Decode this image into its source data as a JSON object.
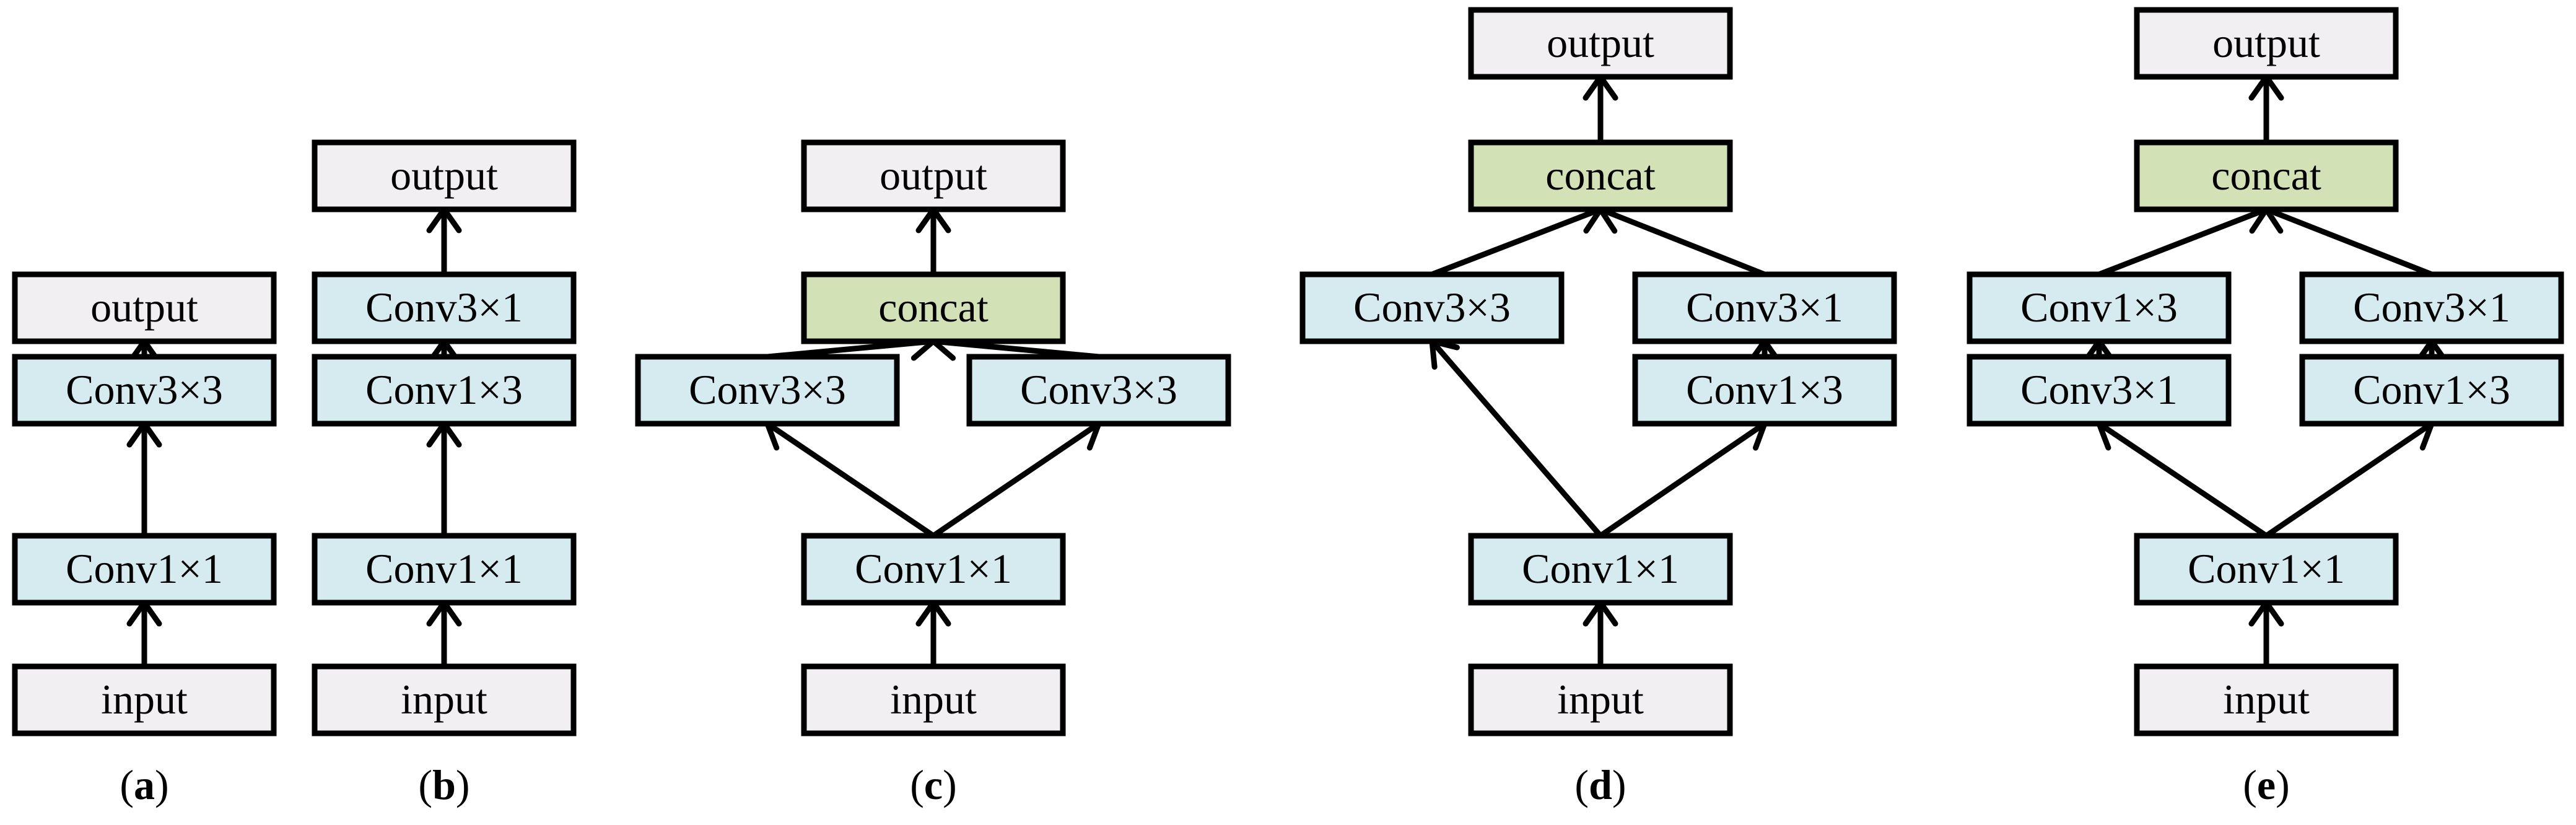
{
  "colors": {
    "io_fill": "#f2eff3",
    "conv_fill": "#d5ebf0",
    "concat_fill": "#d3e2b6",
    "stroke": "#000000"
  },
  "panels": [
    {
      "id": "a",
      "caption": {
        "open": "(",
        "letter": "a",
        "close": ")"
      },
      "nodes": [
        {
          "id": "a-output",
          "kind": "io",
          "label": "output"
        },
        {
          "id": "a-conv3x3",
          "kind": "conv",
          "label": "Conv3×3"
        },
        {
          "id": "a-conv1x1",
          "kind": "conv",
          "label": "Conv1×1"
        },
        {
          "id": "a-input",
          "kind": "io",
          "label": "input"
        }
      ]
    },
    {
      "id": "b",
      "caption": {
        "open": "(",
        "letter": "b",
        "close": ")"
      },
      "nodes": [
        {
          "id": "b-output",
          "kind": "io",
          "label": "output"
        },
        {
          "id": "b-conv3x1",
          "kind": "conv",
          "label": "Conv3×1"
        },
        {
          "id": "b-conv1x3",
          "kind": "conv",
          "label": "Conv1×3"
        },
        {
          "id": "b-conv1x1",
          "kind": "conv",
          "label": "Conv1×1"
        },
        {
          "id": "b-input",
          "kind": "io",
          "label": "input"
        }
      ]
    },
    {
      "id": "c",
      "caption": {
        "open": "(",
        "letter": "c",
        "close": ")"
      },
      "nodes": [
        {
          "id": "c-output",
          "kind": "io",
          "label": "output"
        },
        {
          "id": "c-concat",
          "kind": "concat",
          "label": "concat"
        },
        {
          "id": "c-conv3x3-left",
          "kind": "conv",
          "label": "Conv3×3"
        },
        {
          "id": "c-conv3x3-right",
          "kind": "conv",
          "label": "Conv3×3"
        },
        {
          "id": "c-conv1x1",
          "kind": "conv",
          "label": "Conv1×1"
        },
        {
          "id": "c-input",
          "kind": "io",
          "label": "input"
        }
      ]
    },
    {
      "id": "d",
      "caption": {
        "open": "(",
        "letter": "d",
        "close": ")"
      },
      "nodes": [
        {
          "id": "d-output",
          "kind": "io",
          "label": "output"
        },
        {
          "id": "d-concat",
          "kind": "concat",
          "label": "concat"
        },
        {
          "id": "d-conv3x3",
          "kind": "conv",
          "label": "Conv3×3"
        },
        {
          "id": "d-conv3x1",
          "kind": "conv",
          "label": "Conv3×1"
        },
        {
          "id": "d-conv1x3",
          "kind": "conv",
          "label": "Conv1×3"
        },
        {
          "id": "d-conv1x1",
          "kind": "conv",
          "label": "Conv1×1"
        },
        {
          "id": "d-input",
          "kind": "io",
          "label": "input"
        }
      ]
    },
    {
      "id": "e",
      "caption": {
        "open": "(",
        "letter": "e",
        "close": ")"
      },
      "nodes": [
        {
          "id": "e-output",
          "kind": "io",
          "label": "output"
        },
        {
          "id": "e-concat",
          "kind": "concat",
          "label": "concat"
        },
        {
          "id": "e-conv1x3-left",
          "kind": "conv",
          "label": "Conv1×3"
        },
        {
          "id": "e-conv3x1-right",
          "kind": "conv",
          "label": "Conv3×1"
        },
        {
          "id": "e-conv3x1-left",
          "kind": "conv",
          "label": "Conv3×1"
        },
        {
          "id": "e-conv1x3-right",
          "kind": "conv",
          "label": "Conv1×3"
        },
        {
          "id": "e-conv1x1",
          "kind": "conv",
          "label": "Conv1×1"
        },
        {
          "id": "e-input",
          "kind": "io",
          "label": "input"
        }
      ]
    }
  ],
  "edges": [
    {
      "from": "a-input",
      "to": "a-conv1x1"
    },
    {
      "from": "a-conv1x1",
      "to": "a-conv3x3"
    },
    {
      "from": "a-conv3x3",
      "to": "a-output"
    },
    {
      "from": "b-input",
      "to": "b-conv1x1"
    },
    {
      "from": "b-conv1x1",
      "to": "b-conv1x3"
    },
    {
      "from": "b-conv1x3",
      "to": "b-conv3x1"
    },
    {
      "from": "b-conv3x1",
      "to": "b-output"
    },
    {
      "from": "c-input",
      "to": "c-conv1x1"
    },
    {
      "from": "c-conv1x1",
      "to": "c-conv3x3-left"
    },
    {
      "from": "c-conv1x1",
      "to": "c-conv3x3-right"
    },
    {
      "from": "c-conv3x3-left",
      "to": "c-concat"
    },
    {
      "from": "c-conv3x3-right",
      "to": "c-concat"
    },
    {
      "from": "c-concat",
      "to": "c-output"
    },
    {
      "from": "d-input",
      "to": "d-conv1x1"
    },
    {
      "from": "d-conv1x1",
      "to": "d-conv3x3"
    },
    {
      "from": "d-conv1x1",
      "to": "d-conv1x3"
    },
    {
      "from": "d-conv1x3",
      "to": "d-conv3x1"
    },
    {
      "from": "d-conv3x3",
      "to": "d-concat"
    },
    {
      "from": "d-conv3x1",
      "to": "d-concat"
    },
    {
      "from": "d-concat",
      "to": "d-output"
    },
    {
      "from": "e-input",
      "to": "e-conv1x1"
    },
    {
      "from": "e-conv1x1",
      "to": "e-conv3x1-left"
    },
    {
      "from": "e-conv1x1",
      "to": "e-conv1x3-right"
    },
    {
      "from": "e-conv3x1-left",
      "to": "e-conv1x3-left"
    },
    {
      "from": "e-conv1x3-right",
      "to": "e-conv3x1-right"
    },
    {
      "from": "e-conv1x3-left",
      "to": "e-concat"
    },
    {
      "from": "e-conv3x1-right",
      "to": "e-concat"
    },
    {
      "from": "e-concat",
      "to": "e-output"
    }
  ]
}
